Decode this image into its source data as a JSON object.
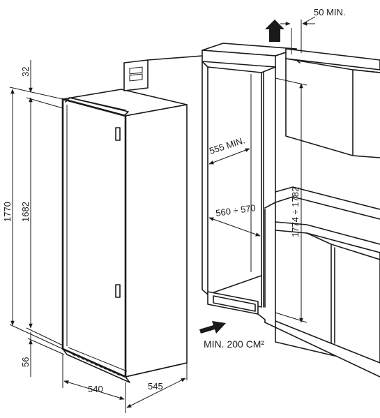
{
  "dimensions": {
    "top_gap": "32",
    "total_height": "1770",
    "door_height": "1682",
    "base_height": "56",
    "depth": "540",
    "width": "545",
    "top_clearance": "50 MIN.",
    "niche_depth": "555 MIN.",
    "niche_width": "560 ÷ 570",
    "niche_height": "1774 ÷ 1782",
    "ventilation": "MIN. 200 CM²"
  }
}
